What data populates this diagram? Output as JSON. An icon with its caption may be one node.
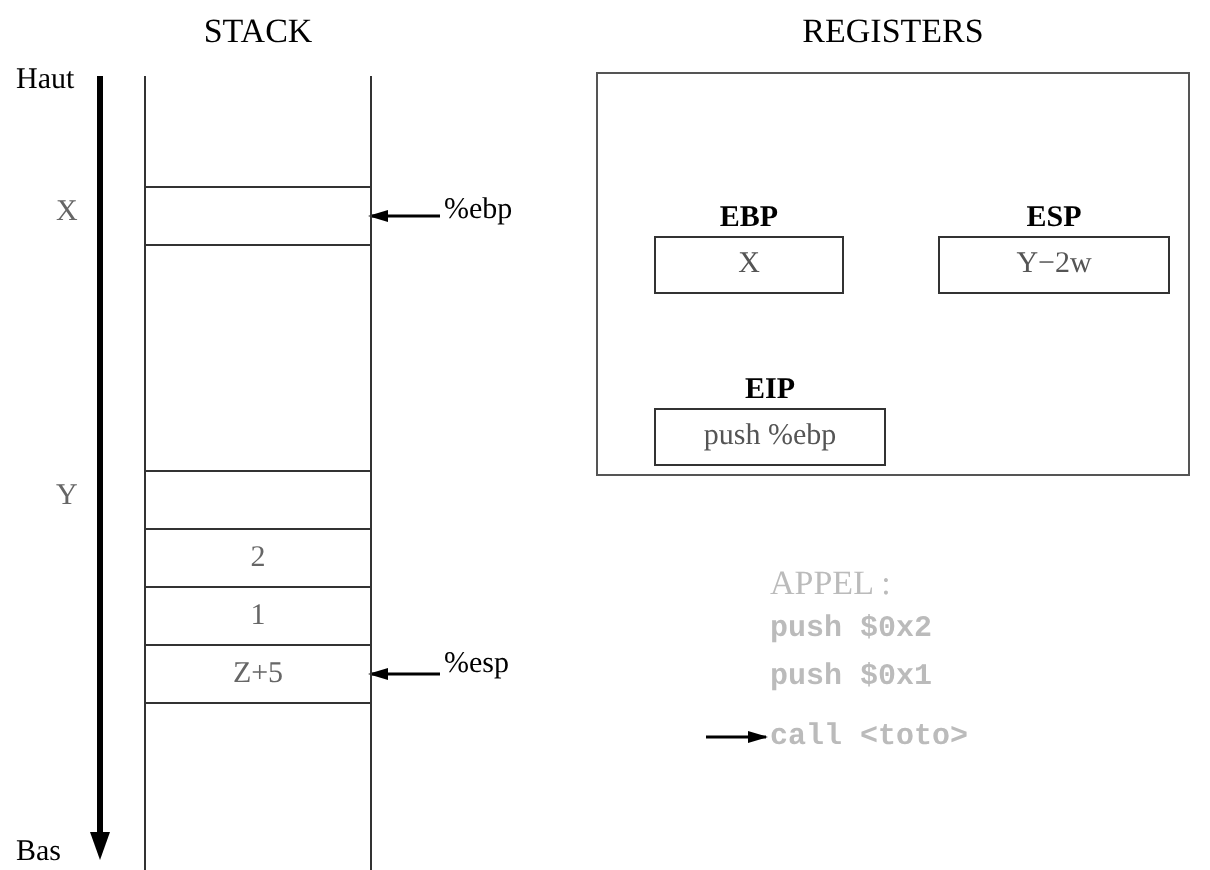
{
  "diagram": {
    "nodes": [
      {
        "text": [
          "STACK"
        ]
      },
      {
        "text": [],
        "shape": "box",
        "in": 0
      },
      {
        "text": [],
        "shape": "box",
        "in": 0
      },
      {
        "text": [
          "2"
        ],
        "in": 0
      },
      {
        "text": [
          "1"
        ],
        "in": 0
      },
      {
        "text": [
          "Z+5"
        ],
        "in": 0
      },
      {
        "text": [
          "%ebp"
        ]
      },
      {
        "text": [
          "%esp"
        ]
      },
      {
        "text": [
          "REGISTERS"
        ]
      },
      {
        "text": [
          "EBP",
          "X"
        ],
        "in": 8
      },
      {
        "text": [
          "ESP",
          "Y−2w"
        ],
        "in": 8
      },
      {
        "text": [
          "EIP",
          "push %ebp"
        ],
        "in": 8
      },
      {
        "text": [
          "call <toto>"
        ]
      }
    ],
    "edges": [
      {
        "from": 6,
        "to": 1,
        "arrow": "to"
      },
      {
        "from": 7,
        "to": 5,
        "arrow": "to"
      },
      {
        "from": null,
        "to": 12,
        "arrow": "to"
      }
    ],
    "labels": [
      "Haut",
      "X",
      "Y",
      "Bas",
      "APPEL :",
      "push $0x2",
      "push $0x1"
    ]
  }
}
